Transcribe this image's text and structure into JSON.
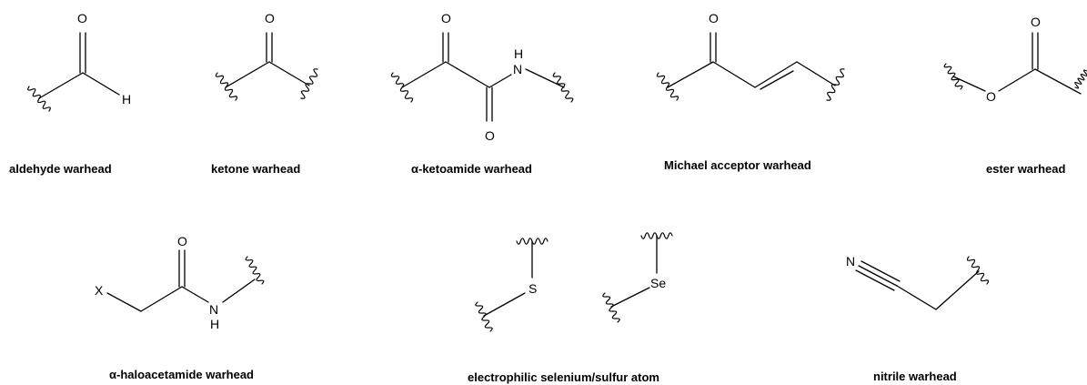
{
  "captions": {
    "aldehyde": "aldehyde warhead",
    "ketone": "ketone warhead",
    "ketoamide": "α-ketoamide warhead",
    "michael": "Michael acceptor warhead",
    "ester": "ester warhead",
    "haloacetamide": "α-haloacetamide warhead",
    "selenium_sulfur": "electrophilic selenium/sulfur atom",
    "nitrile": "nitrile warhead"
  },
  "atoms": {
    "O": "O",
    "H": "H",
    "X": "X",
    "S": "S",
    "Se": "Se",
    "N": "N"
  }
}
